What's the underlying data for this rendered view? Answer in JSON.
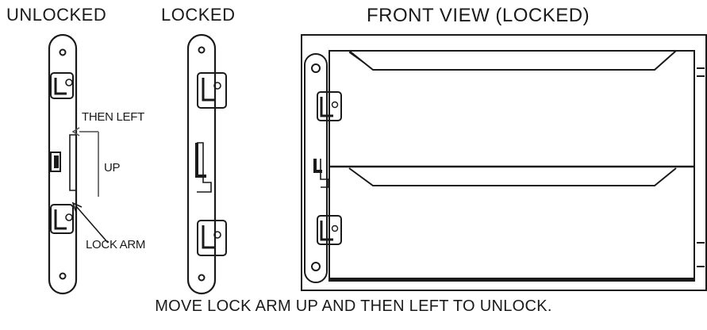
{
  "labels": {
    "unlocked": "UNLOCKED",
    "locked": "LOCKED",
    "front_view": "FRONT VIEW (LOCKED)",
    "then_left": "THEN LEFT",
    "up": "UP",
    "lock_arm": "LOCK ARM"
  },
  "caption": "MOVE LOCK ARM UP AND THEN LEFT TO UNLOCK."
}
